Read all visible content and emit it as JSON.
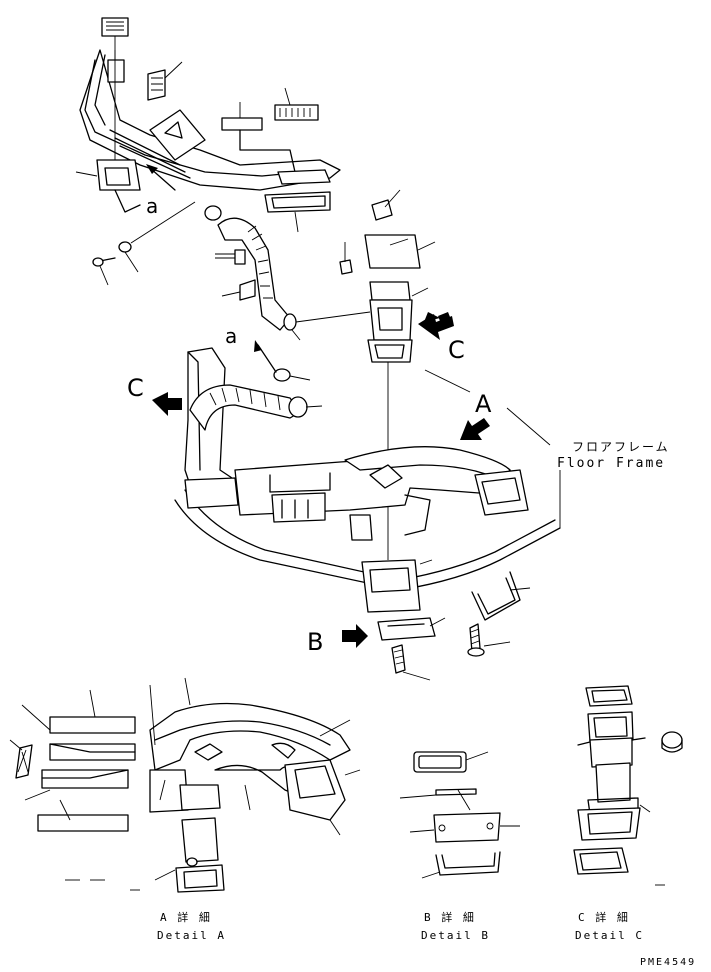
{
  "callouts": {
    "a_top": "a",
    "a_mid": "a",
    "c_right": "C",
    "c_left": "C",
    "a_main": "A",
    "b_main": "B"
  },
  "floor_frame": {
    "jp": "フロアフレーム",
    "en": "Floor Frame"
  },
  "details": {
    "a_jp": "A 詳 細",
    "a_en": "Detail A",
    "b_jp": "B 詳 細",
    "b_en": "Detail B",
    "c_jp": "C 詳 細",
    "c_en": "Detail C"
  },
  "drawing_number": "PME4549"
}
